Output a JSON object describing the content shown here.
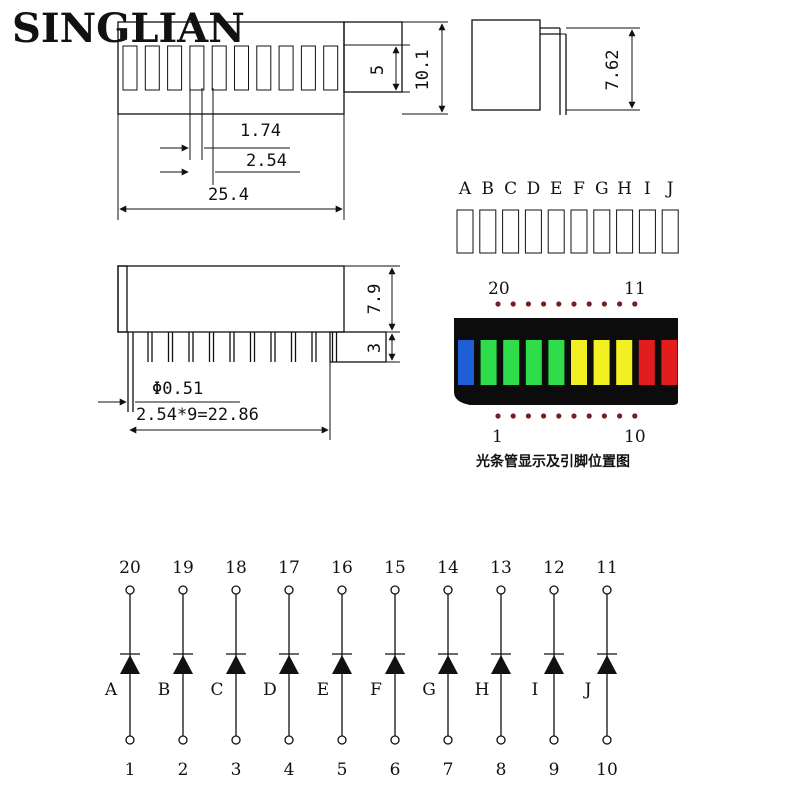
{
  "brand": "SINGLIAN",
  "dimensions": {
    "height_5": "5",
    "height_10_1": "10.1",
    "depth_7_62": "7.62",
    "pitch_1_74": "1.74",
    "pitch_2_54": "2.54",
    "length_25_4": "25.4",
    "height_7_9": "7.9",
    "pin_3": "3",
    "pin_dia": "Φ0.51",
    "pin_span": "2.54*9=22.86"
  },
  "segment_letters": [
    "A",
    "B",
    "C",
    "D",
    "E",
    "F",
    "G",
    "H",
    "I",
    "J"
  ],
  "bar_colors": [
    "#1f5fd6",
    "#2fdc4a",
    "#2fdc4a",
    "#2fdc4a",
    "#2fdc4a",
    "#f2ef22",
    "#f2ef22",
    "#f2ef22",
    "#e31d1d",
    "#e31d1d"
  ],
  "module_pins": {
    "top_left": "20",
    "top_right": "11",
    "bottom_left": "1",
    "bottom_right": "10"
  },
  "caption": "光条管显示及引脚位置图",
  "schematic": {
    "top_pins": [
      "20",
      "19",
      "18",
      "17",
      "16",
      "15",
      "14",
      "13",
      "12",
      "11"
    ],
    "bottom_pins": [
      "1",
      "2",
      "3",
      "4",
      "5",
      "6",
      "7",
      "8",
      "9",
      "10"
    ],
    "diode_labels": [
      "A",
      "B",
      "C",
      "D",
      "E",
      "F",
      "G",
      "H",
      "I",
      "J"
    ]
  }
}
